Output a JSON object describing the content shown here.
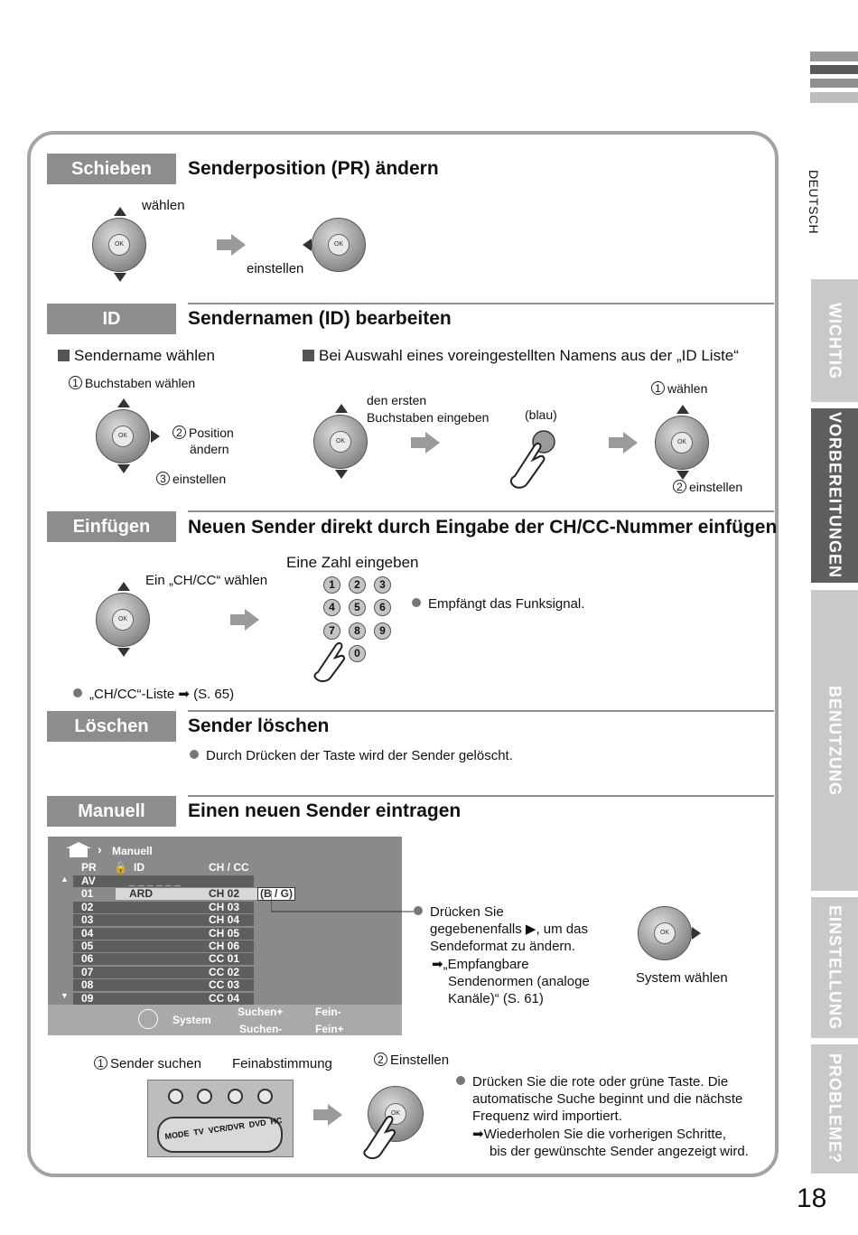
{
  "side": {
    "language": "DEUTSCH",
    "tabs": [
      "WICHTIG",
      "VORBEREITUNGEN",
      "BENUTZUNG",
      "EINSTELLUNG",
      "PROBLEME?"
    ],
    "active_tab": "VORBEREITUNGEN",
    "page_number": "18"
  },
  "sections": {
    "schieben": {
      "label": "Schieben",
      "title": "Senderposition (PR) ändern",
      "waehlen": "wählen",
      "einstellen": "einstellen"
    },
    "id": {
      "label": "ID",
      "title": "Sendernamen (ID) bearbeiten",
      "sub1": "Sendername wählen",
      "step1": "Buchstaben wählen",
      "step2a": "Position",
      "step2b": "ändern",
      "step3": "einstellen",
      "sub2": "Bei Auswahl eines voreingestellten Namens aus der „ID Liste“",
      "first_letter_a": "den ersten",
      "first_letter_b": "Buchstaben eingeben",
      "blue": "(blau)",
      "r_step1": "wählen",
      "r_step2": "einstellen"
    },
    "einfuegen": {
      "label": "Einfügen",
      "title": "Neuen Sender direkt durch Eingabe der CH/CC-Nummer einfügen",
      "select": "Ein „CH/CC“ wählen",
      "enter_number": "Eine Zahl eingeben",
      "keys": [
        "1",
        "2",
        "3",
        "4",
        "5",
        "6",
        "7",
        "8",
        "9",
        "0"
      ],
      "receives": "Empfängt das Funksignal.",
      "list_ref": "„CH/CC“-Liste ➡ (S. 65)"
    },
    "loeschen": {
      "label": "Löschen",
      "title": "Sender löschen",
      "note": "Durch Drücken der Taste wird der Sender gelöscht."
    },
    "manuell": {
      "label": "Manuell",
      "title": "Einen neuen Sender eintragen",
      "menu": {
        "title": "Manuell",
        "col_pr": "PR",
        "col_id": "ID",
        "col_chcc": "CH / CC",
        "rows": [
          {
            "pr": "AV",
            "id": "_ _ _ _ _ _",
            "ch": ""
          },
          {
            "pr": "01",
            "id": "ARD",
            "ch": "CH 02",
            "extra": "(B / G)"
          },
          {
            "pr": "02",
            "id": "",
            "ch": "CH 03"
          },
          {
            "pr": "03",
            "id": "",
            "ch": "CH 04"
          },
          {
            "pr": "04",
            "id": "",
            "ch": "CH 05"
          },
          {
            "pr": "05",
            "id": "",
            "ch": "CH 06"
          },
          {
            "pr": "06",
            "id": "",
            "ch": "CC 01"
          },
          {
            "pr": "07",
            "id": "",
            "ch": "CC 02"
          },
          {
            "pr": "08",
            "id": "",
            "ch": "CC 03"
          },
          {
            "pr": "09",
            "id": "",
            "ch": "CC 04"
          }
        ],
        "system": "System",
        "suchen_plus": "Suchen+",
        "suchen_minus": "Suchen-",
        "fein_minus": "Fein-",
        "fein_plus": "Fein+"
      },
      "press_a": "Drücken Sie",
      "press_b": "gegebenenfalls ▶, um das",
      "press_c": "Sendeformat zu ändern.",
      "ref_a": "➡„Empfangbare",
      "ref_b": "Sendenormen (analoge",
      "ref_c": "Kanäle)“ (S. 61)",
      "system_select": "System wählen",
      "search": "Sender suchen",
      "fine": "Feinabstimmung",
      "set": "Einstellen",
      "remote_labels": "MODE  TV  VCR/DVR  DVD  HC",
      "auto_a": "Drücken Sie die rote oder grüne Taste. Die",
      "auto_b": "automatische Suche beginnt und die nächste",
      "auto_c": "Frequenz wird importiert.",
      "repeat_a": "➡Wiederholen Sie die vorherigen Schritte,",
      "repeat_b": "bis der gewünschte Sender angezeigt wird."
    }
  }
}
